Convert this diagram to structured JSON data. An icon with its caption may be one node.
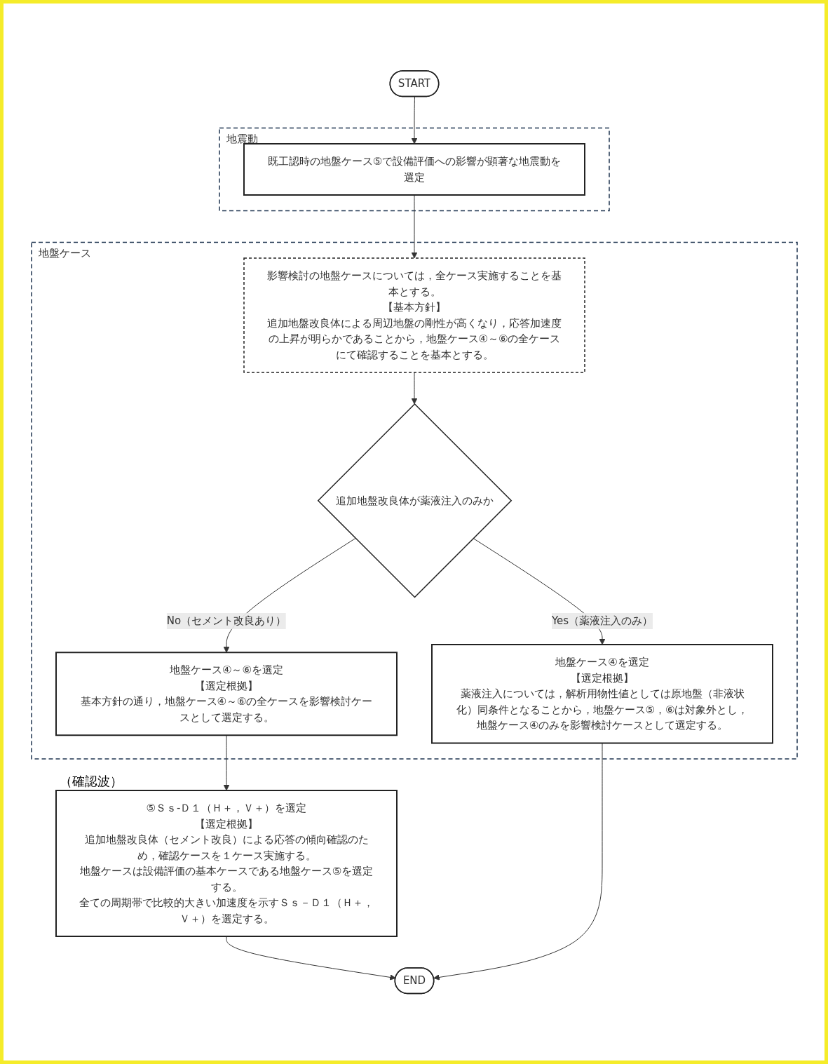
{
  "diagram": {
    "nodes": [
      {
        "text": [
          "START"
        ]
      },
      {
        "text": [
          "地震動"
        ]
      },
      {
        "text": [
          "既工認時の地盤ケース⑤で設備評価への影響が顕著な地震動を選定"
        ],
        "in": 1
      },
      {
        "text": [
          "地盤ケース"
        ]
      },
      {
        "text": [
          "影響検討の地盤ケースについては，全ケース実施することを基本とする。",
          "【基本方針】",
          "追加地盤改良体による周辺地盤の剛性が高くなり，応答加速度の上昇が明らかであることから，地盤ケース④～⑥の全ケースにて確認することを基本とする。"
        ],
        "in": 3
      },
      {
        "text": [
          "追加地盤改良体が薬液注入のみか"
        ],
        "in": 3
      },
      {
        "text": [
          "地盤ケース④～⑥を選定",
          "【選定根拠】",
          "基本方針の通り，地盤ケース④～⑥の全ケースを影響検討ケースとして選定する。"
        ],
        "in": 3
      },
      {
        "text": [
          "地盤ケース④を選定",
          "【選定根拠】",
          "薬液注入については，解析用物性値としては原地盤（非液状化）同条件となることから，地盤ケース⑤，⑥は対象外とし，地盤ケース④のみを影響検討ケースとして選定する。"
        ],
        "in": 3
      },
      {
        "text": [
          "⑤Ｓｓ-Ｄ１（Ｈ＋，Ｖ＋）を選定",
          "【選定根拠】",
          "追加地盤改良体（セメント改良）による応答の傾向確認のため，確認ケースを１ケース実施する。",
          "地盤ケースは設備評価の基本ケースである地盤ケース⑤を選定する。",
          "全ての周期帯で比較的大きい加速度を示すＳｓ－Ｄ１（Ｈ＋，Ｖ＋）を選定する。"
        ],
        "beside": [
          "（確認波）"
        ]
      },
      {
        "text": [
          "END"
        ]
      }
    ],
    "edges": [
      {
        "from": 0,
        "to": 2,
        "arrow": "to"
      },
      {
        "from": 2,
        "to": 4,
        "arrow": "to"
      },
      {
        "from": 4,
        "to": 5,
        "arrow": "to"
      },
      {
        "from": 5,
        "to": 6,
        "label": "No（セメント改良あり）",
        "arrow": "to"
      },
      {
        "from": 5,
        "to": 7,
        "label": "Yes（薬液注入のみ）",
        "arrow": "to"
      },
      {
        "from": 6,
        "to": 8,
        "arrow": "to"
      },
      {
        "from": 8,
        "to": 9,
        "arrow": "to"
      },
      {
        "from": 7,
        "to": 9,
        "arrow": "to"
      }
    ]
  }
}
